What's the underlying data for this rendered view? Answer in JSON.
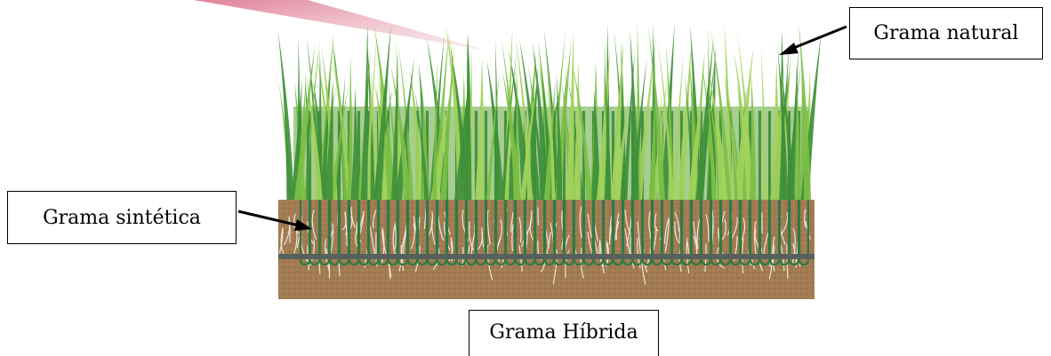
{
  "labels": {
    "natural": "Grama natural",
    "synthetic": "Grama sintética",
    "hybrid": "Grama Híbrida"
  },
  "colors": {
    "soil": "#a07850",
    "soil_dark": "#8b6640",
    "grass_light": "#8cc63f",
    "grass_mid": "#5fa63a",
    "synthetic_fiber": "#2f7a45",
    "backing_band": "#555d5a",
    "roots": "#f4efe6",
    "callout": "#e8a8b4"
  }
}
